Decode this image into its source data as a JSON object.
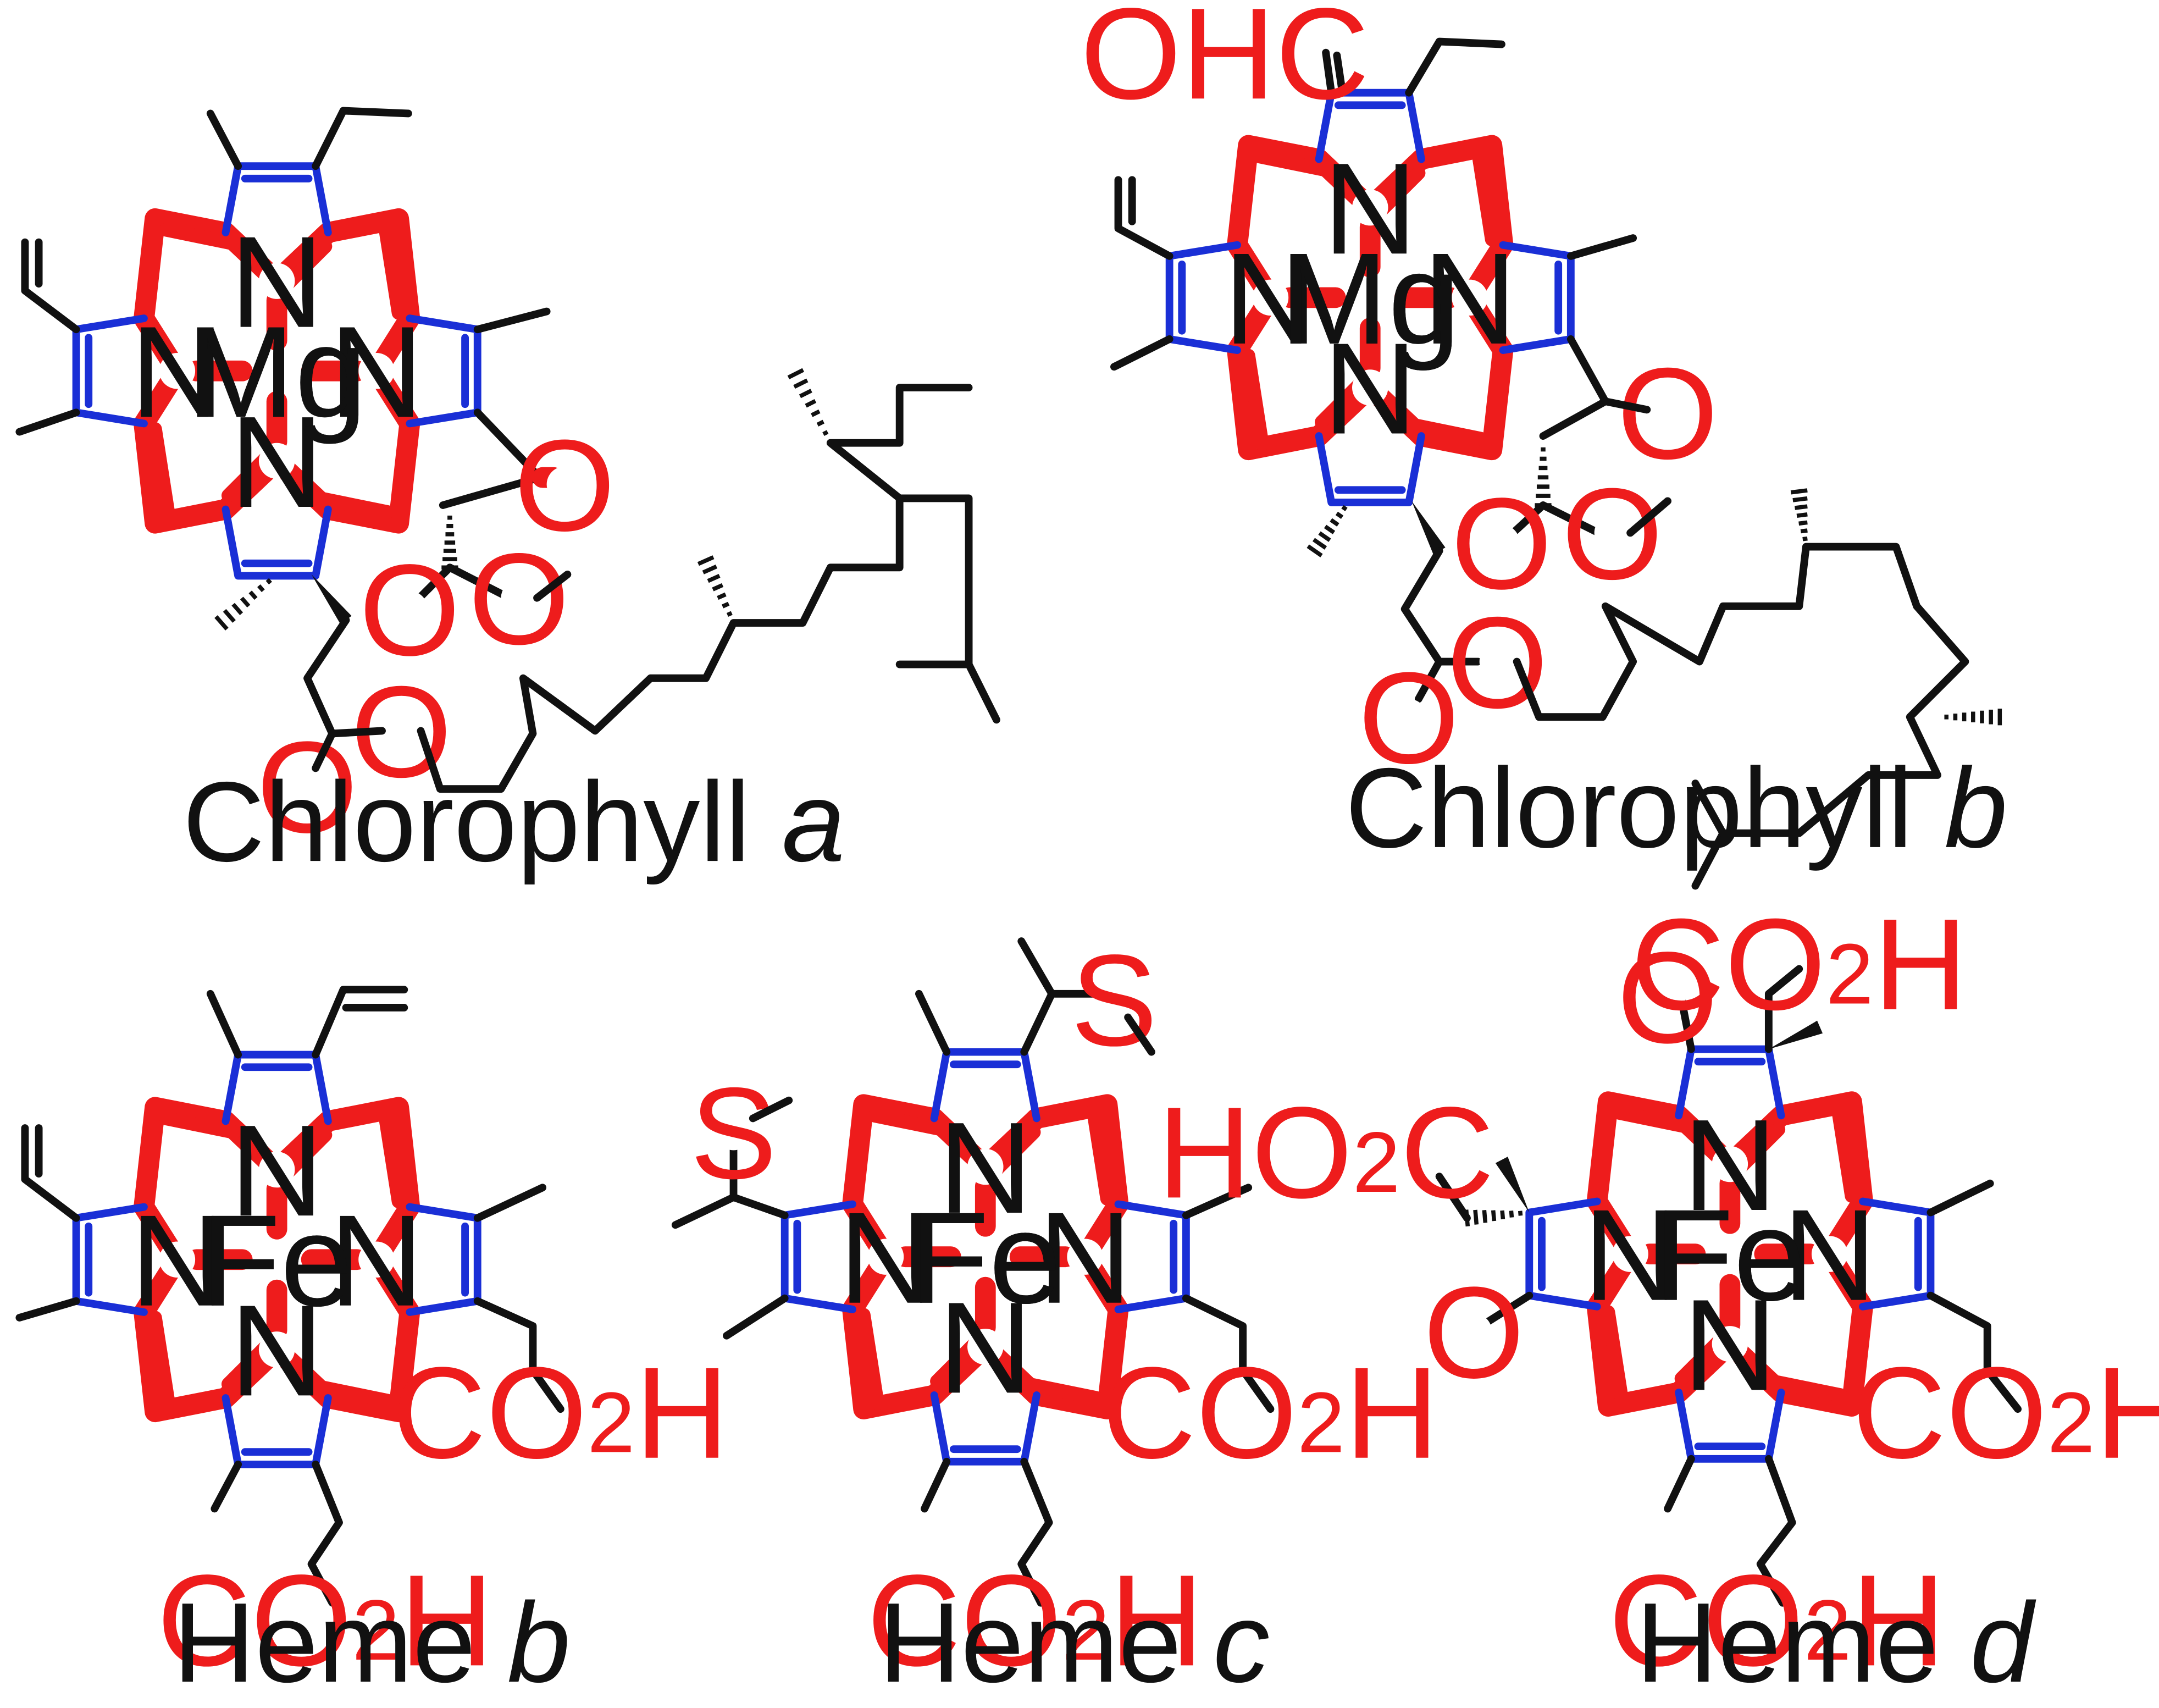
{
  "colors": {
    "conjugated_path": "#ee1c1c",
    "pyrrole_ring": "#1a2fd6",
    "skeleton": "#111111",
    "heteroatom_label": "#ee1c1c"
  },
  "molecules": [
    {
      "id": "chlorophyll-a",
      "caption_main": "Chlorophyll ",
      "caption_italic": "a",
      "metal": "Mg",
      "nitrogen": "N",
      "ketone_o": "O",
      "ester_o1": "O",
      "ester_o2": "O",
      "phytyl_o1": "O",
      "phytyl_o2": "O"
    },
    {
      "id": "chlorophyll-b",
      "caption_main": "Chlorophyll ",
      "caption_italic": "b",
      "metal": "Mg",
      "nitrogen": "N",
      "formyl": "OHC",
      "ketone_o": "O",
      "ester_o1": "O",
      "ester_o2": "O",
      "phytyl_o1": "O",
      "phytyl_o2": "O"
    },
    {
      "id": "heme-b",
      "caption_main": "Heme ",
      "caption_italic": "b",
      "metal": "Fe",
      "nitrogen": "N",
      "acid_main": "CO",
      "acid_sub": "2",
      "acid_tail": "H"
    },
    {
      "id": "heme-c",
      "caption_main": "Heme ",
      "caption_italic": "c",
      "metal": "Fe",
      "nitrogen": "N",
      "sulfur": "S",
      "acid_main": "CO",
      "acid_sub": "2",
      "acid_tail": "H"
    },
    {
      "id": "heme-d",
      "caption_main": "Heme ",
      "caption_italic": "d",
      "metal": "Fe",
      "nitrogen": "N",
      "ketone_o": "O",
      "acid_main": "CO",
      "acid_sub": "2",
      "acid_tail": "H",
      "acid_left_main": "HO",
      "acid_left_sub": "2",
      "acid_left_tail": "C"
    }
  ]
}
